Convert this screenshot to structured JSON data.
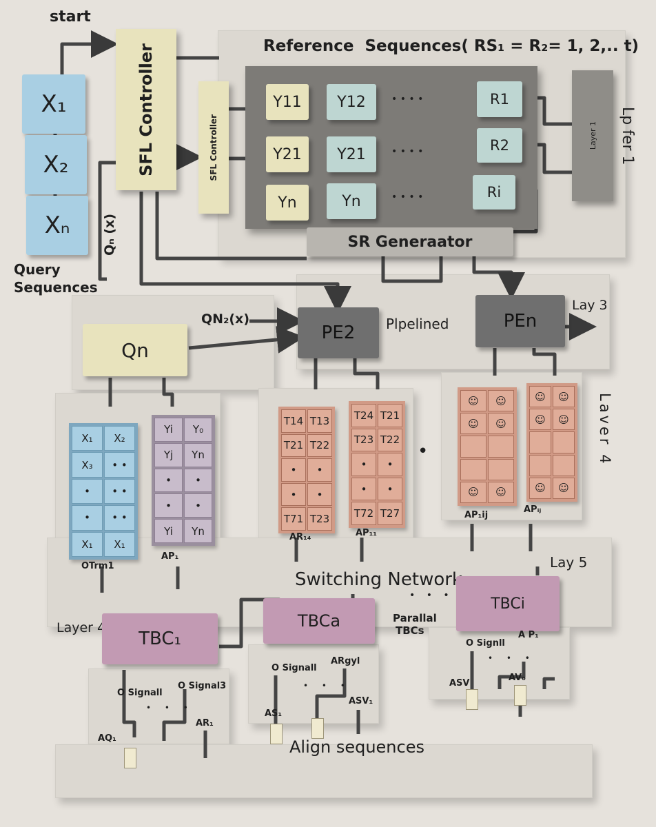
{
  "top": {
    "start": "start",
    "reference_sequences": "Reference  Sequences( RS₁ = R₂= 1, 2,.. t)"
  },
  "query": {
    "x1": "X₁",
    "x2": "X₂",
    "xn": "Xₙ",
    "label_line1": "Query",
    "label_line2": "Sequences",
    "qn_label": "Qₙ (x)"
  },
  "controller": {
    "main": "SFL Controller",
    "small": "SFL Controller"
  },
  "reference_grid": {
    "row1": [
      "Y11",
      "Y12",
      "• • • •",
      "R1"
    ],
    "row2": [
      "Y21",
      "Y21",
      "• • • •",
      "R2"
    ],
    "row3": [
      "Yn",
      "Yn",
      "• • • •",
      "Ri"
    ]
  },
  "layer1": {
    "block_text": "Layer 1",
    "side_label": "Lp fer 1"
  },
  "sr_generator": "SR Generaator",
  "pipeline": {
    "qn2": "QN₂(x)",
    "pe2": "PE2",
    "pipelined": "Plpelined",
    "pen": "PEn",
    "lay3": "Lay 3",
    "qn": "Qn"
  },
  "layer4_label": "Laver 4",
  "tables": {
    "query_cols": {
      "left": [
        "X₁",
        "X₂",
        "X₃",
        "• •",
        "•",
        "• •",
        "•",
        "• •",
        "X₁",
        "X₁"
      ],
      "right": [
        "Yi",
        "Y₀",
        "Yj",
        "Yn",
        "•",
        "•",
        "•",
        "•",
        "Yi",
        "Yn"
      ],
      "label_left": "OTrm1",
      "label_right": "AP₁"
    },
    "t_cols": {
      "left": [
        "T14",
        "T13",
        "T21",
        "T22",
        "•",
        "•",
        "•",
        "•",
        "T71",
        "T23"
      ],
      "right": [
        "T24",
        "T21",
        "T23",
        "T22",
        "•",
        "•",
        "•",
        "•",
        "T72",
        "T27"
      ],
      "label_left": "AR₁₄",
      "label_right": "AP₁₁"
    },
    "dots": "•",
    "face_labels": {
      "left": "AP₁ij",
      "right": "APᵢⱼ"
    }
  },
  "switching": {
    "title": "Switching Network.",
    "dots": "• • •",
    "lay5": "Lay 5"
  },
  "tbc": {
    "layer4": "Layer 4",
    "tbc1": "TBC₁",
    "tbca": "TBCa",
    "tbci": "TBCi",
    "parallel": "Parallal",
    "tbcs": "TBCs"
  },
  "signals": {
    "o_signal1": "O Signall",
    "o_signal3": "O Signal3",
    "aq1": "AQ₁",
    "ar1": "AR₁",
    "o_signal_mid": "O Signall",
    "argy": "ARgyl",
    "as1": "AS₁",
    "asv1": "ASV₁",
    "o_signal_right": "O Signll",
    "ap1": "A P₁",
    "asv": "ASV",
    "avr": "AV₀"
  },
  "bottom": "Align sequences"
}
